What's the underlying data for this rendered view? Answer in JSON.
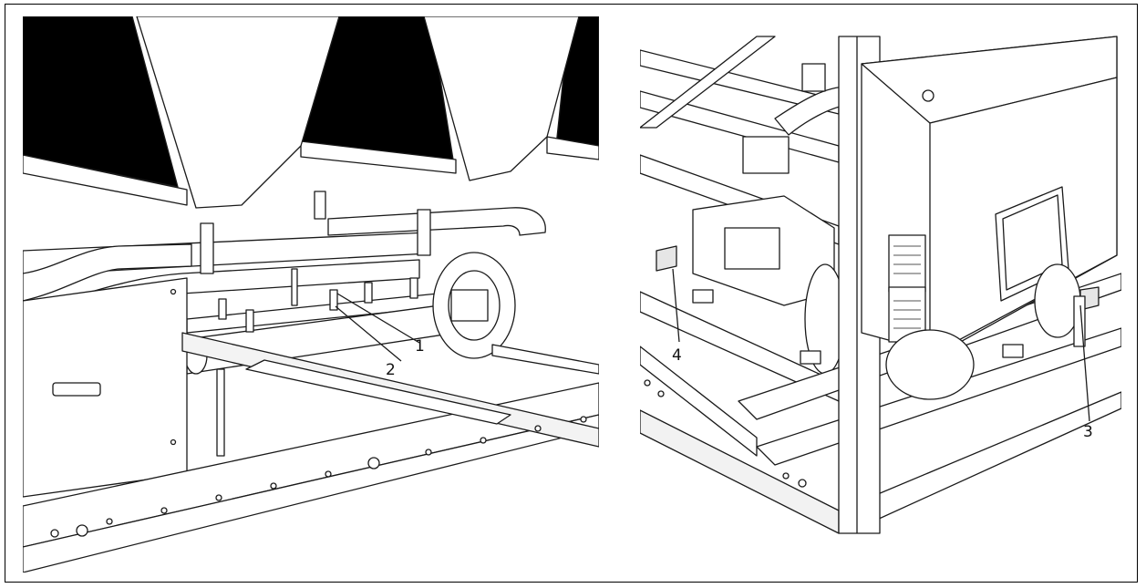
{
  "figure": {
    "left_view": {
      "callouts": [
        {
          "id": "callout-1",
          "label": "1"
        },
        {
          "id": "callout-2",
          "label": "2"
        }
      ]
    },
    "right_view": {
      "callouts": [
        {
          "id": "callout-3",
          "label": "3"
        },
        {
          "id": "callout-4",
          "label": "4"
        }
      ]
    }
  },
  "colors": {
    "ink": "#1a1a1a",
    "panel": "#ffffff",
    "shadow": "#d9d9d9",
    "dark_fill": "#000000"
  }
}
